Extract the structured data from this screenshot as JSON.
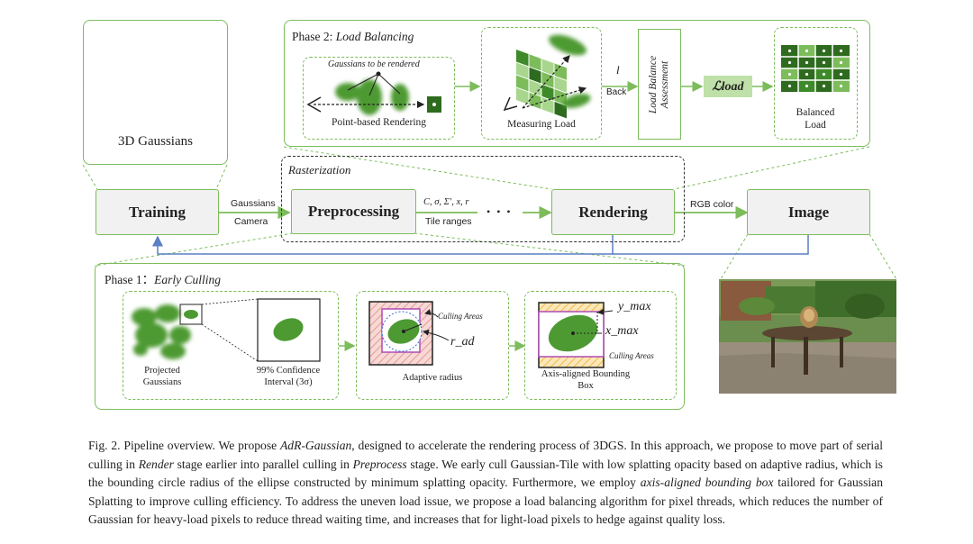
{
  "gaussians3d": {
    "label": "3D Gaussians"
  },
  "phase2": {
    "title_prefix": "Phase 2: ",
    "title_italic": "Load Balancing",
    "gaussians_to_render": "Gaussians to be rendered",
    "point_based": "Point-based Rendering",
    "measuring": "Measuring Load",
    "l_symbol": "l",
    "back": "Back",
    "assessment": "Load Balance Assessment",
    "l_load": "ℒload",
    "balanced": "Balanced Load"
  },
  "rasterization": {
    "label": "Rasterization"
  },
  "stages": {
    "training": "Training",
    "preprocessing": "Preprocessing",
    "rendering": "Rendering",
    "image": "Image"
  },
  "edges": {
    "gaussians": "Gaussians",
    "camera": "Camera",
    "params": "C, σ, Σ′, x, r",
    "tile_ranges": "Tile ranges",
    "dots": "• • •",
    "rgb": "RGB color"
  },
  "phase1": {
    "title_prefix": "Phase 1：",
    "title_italic": "Early Culling",
    "projected": "Projected Gaussians",
    "confidence": "99% Confidence Interval (3σ)",
    "adaptive": "Adaptive radius",
    "culling_areas": "Culling Areas",
    "r_ad": "r_ad",
    "y_max": "y_max",
    "x_max": "x_max",
    "aabb": "Axis-aligned Bounding Box"
  },
  "caption": {
    "p1": "Fig. 2.  Pipeline overview. We propose ",
    "p2": "AdR-Gaussian",
    "p3": ", designed to accelerate the rendering process of 3DGS. In this approach, we propose to move part of serial culling in ",
    "p4": "Render",
    "p5": " stage earlier into parallel culling in ",
    "p6": "Preprocess",
    "p7": " stage. We early cull Gaussian-Tile with low splatting opacity based on adaptive radius, which is the bounding circle radius of the ellipse constructed by minimum splatting opacity. Furthermore, we employ ",
    "p8": "axis-aligned bounding box",
    "p9": " tailored for Gaussian Splatting to improve culling efficiency. To address the uneven load issue, we propose a load balancing algorithm for pixel threads, which reduces the number of Gaussian for heavy-load pixels to reduce thread waiting time, and increases that for light-load pixels to hedge against quality loss."
  },
  "colors": {
    "green_line": "#7cbc5a",
    "blob": "#4d9a33",
    "blue_line": "#5b7fc4",
    "bg_stage": "#f1f1f1"
  }
}
